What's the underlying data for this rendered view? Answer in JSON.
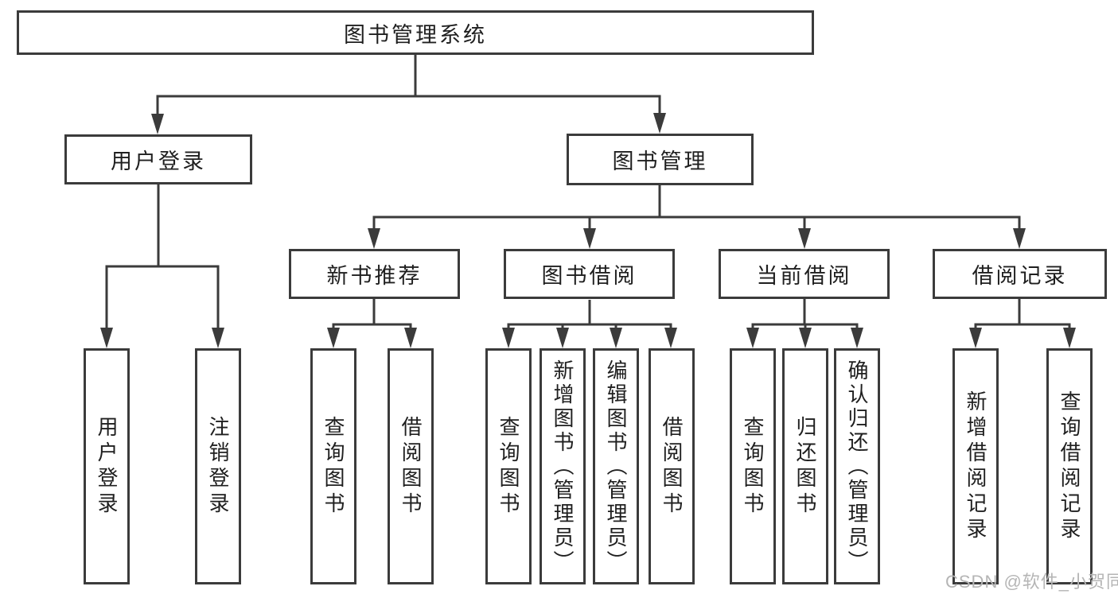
{
  "diagram": {
    "type": "tree",
    "root": {
      "label": "图书管理系统"
    },
    "branches": [
      {
        "label": "用户登录",
        "children": [
          {
            "label": "用户登录"
          },
          {
            "label": "注销登录"
          }
        ]
      },
      {
        "label": "图书管理",
        "children": [
          {
            "label": "新书推荐",
            "children": [
              {
                "label": "查询图书"
              },
              {
                "label": "借阅图书"
              }
            ]
          },
          {
            "label": "图书借阅",
            "children": [
              {
                "label": "查询图书"
              },
              {
                "label": "新增图书（管理员）"
              },
              {
                "label": "编辑图书（管理员）"
              },
              {
                "label": "借阅图书"
              }
            ]
          },
          {
            "label": "当前借阅",
            "children": [
              {
                "label": "查询图书"
              },
              {
                "label": "归还图书"
              },
              {
                "label": "确认归还（管理员）"
              }
            ]
          },
          {
            "label": "借阅记录",
            "children": [
              {
                "label": "新增借阅记录"
              },
              {
                "label": "查询借阅记录"
              }
            ]
          }
        ]
      }
    ],
    "colors": {
      "line": "#3b3b3b",
      "text": "#1f1f1f",
      "background": "#ffffff",
      "watermark": "#b5b5b5"
    }
  },
  "watermark": {
    "text": "CSDN @软件_小贺同学"
  }
}
